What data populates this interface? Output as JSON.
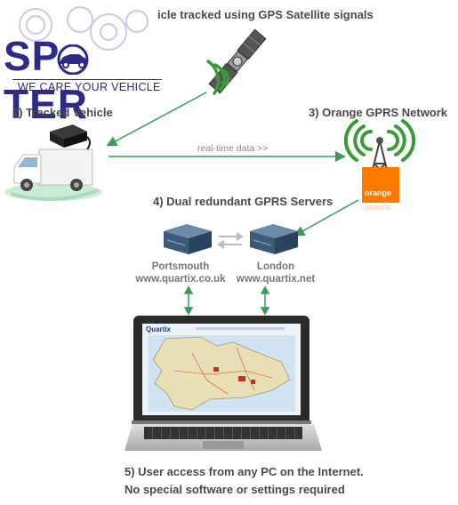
{
  "header": {
    "satellite_caption": "icle tracked using GPS Satellite signals"
  },
  "logo": {
    "brand_left": "SP",
    "brand_right": "TER",
    "tagline": "WE CARE YOUR VEHICLE"
  },
  "steps": {
    "tracked_vehicle": "2) Tracked Vehicle",
    "gprs_network": "3) Orange GPRS Network",
    "servers": "4) Dual redundant GPRS Servers",
    "footer_line1": "5) User access from any PC on the Internet.",
    "footer_line2": "No special software or settings required"
  },
  "flow": {
    "realtime_label": "real-time data >>"
  },
  "servers": [
    {
      "city": "Portsmouth",
      "url": "www.quartix.co.uk"
    },
    {
      "city": "London",
      "url": "www.quartix.net"
    }
  ],
  "operator": {
    "name": "orange",
    "name_mirror": "orange"
  },
  "screen": {
    "app_name": "Quartix"
  },
  "colors": {
    "brand_blue": "#2e2b86",
    "signal_green": "#3a9a3a",
    "arrow_green": "#3b9a5a",
    "orange": "#ff7900"
  }
}
